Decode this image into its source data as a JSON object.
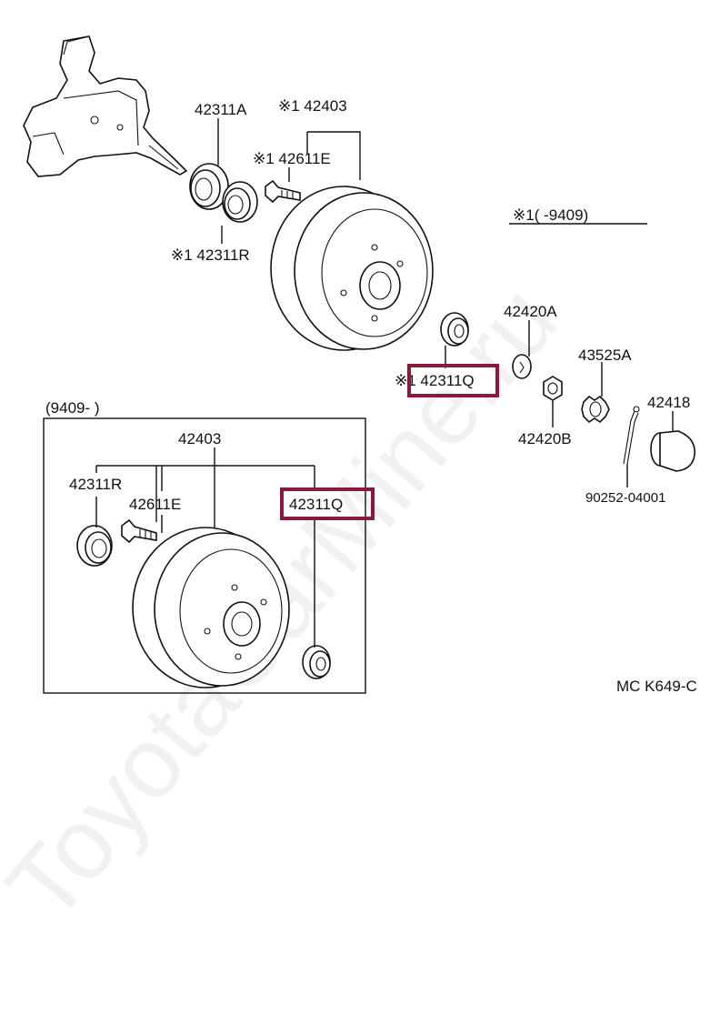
{
  "watermark": "ToyotaCarMine.ru",
  "highlight_color": "#8b1a3a",
  "upper_assembly": {
    "date_range": "※1(        -9409)",
    "labels": {
      "bearing_outer_a": "42311A",
      "drum": "※1 42403",
      "hub_bolt": "※1 42611E",
      "bearing_inner_r": "※1 42311R",
      "bearing_q": "※1 42311Q",
      "washer": "42420A",
      "nut": "42420B",
      "nut_lock": "43525A",
      "grease_cap": "42418",
      "cotter_pin": "90252-04001"
    }
  },
  "lower_assembly": {
    "date_range": "(9409-        )",
    "labels": {
      "drum": "42403",
      "bearing_r": "42311R",
      "hub_bolt": "42611E",
      "bearing_q": "42311Q"
    }
  },
  "figure_code": "MC K649-C"
}
